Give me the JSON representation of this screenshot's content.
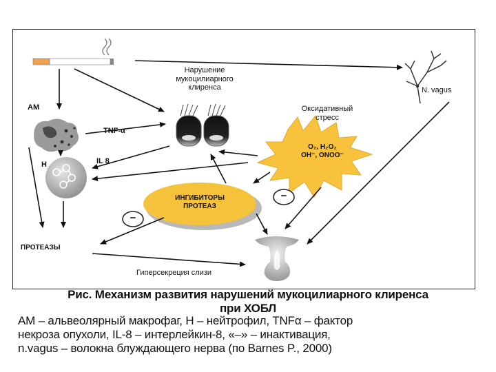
{
  "diagram": {
    "labels": {
      "mucociliary": [
        "Нарушение",
        "мукоцилиарного",
        "клиренса"
      ],
      "oxidative": [
        "Оксидативный",
        "стресс"
      ],
      "oxidants": [
        "O₂, H₂O₂",
        "OH⁻, ONOO⁻"
      ],
      "inhibitors": [
        "ИНГИБИТОРЫ",
        "ПРОТЕАЗ"
      ],
      "am": "АМ",
      "h": "Н",
      "tnf": "TNF-α",
      "il8": "IL 8",
      "proteases": "ПРОТЕАЗЫ",
      "n_vagus": "N. vagus",
      "hypersecretion": "Гиперсекреция слизи",
      "minus_1": "−",
      "minus_2": "−"
    },
    "colors": {
      "inhibitor_fill": "#f5c23b",
      "oxidant_star": "#f8c23c",
      "arrow": "#111111",
      "cell_gray": "#9a9a9a"
    }
  },
  "caption": {
    "title_line1": "Рис. Механизм развития нарушений мукоцилиарного клиренса",
    "title_line2": "при ХОБЛ",
    "body": [
      "АМ – альвеолярный макрофаг, Н – нейтрофил, TNFα – фактор",
      "некроза опухоли, IL-8 – интерлейкин-8, «–» – инактивация,",
      "n.vagus – волокна блуждающего нерва (по Barnes P., 2000)"
    ]
  }
}
